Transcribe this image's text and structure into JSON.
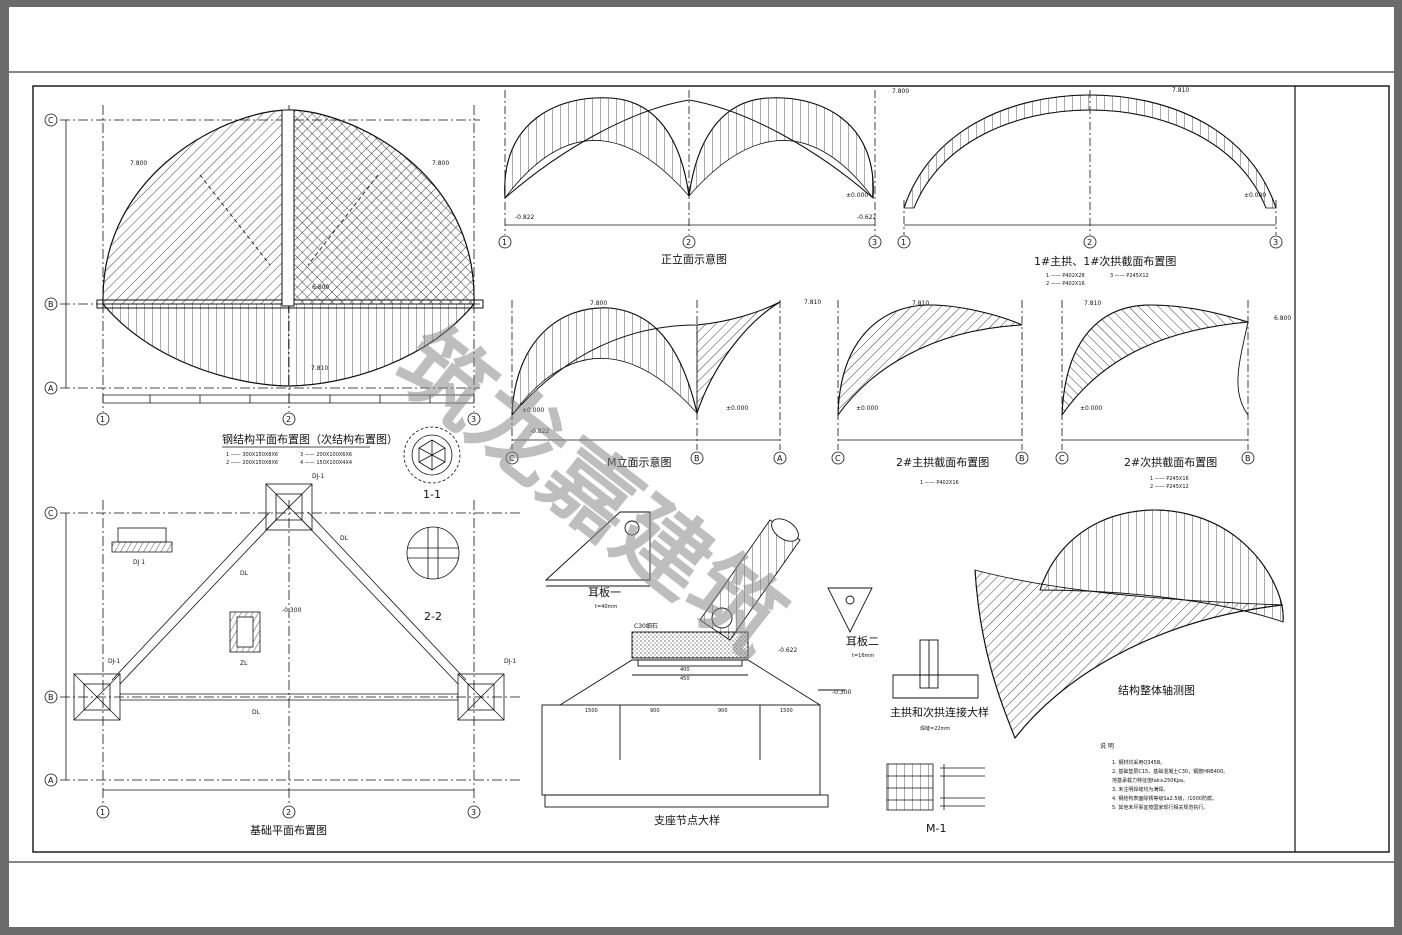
{
  "sheet": {
    "frame_color": "#6b6b6b",
    "line_color": "#111111"
  },
  "plan": {
    "title": "钢结构平面布置图（次结构布置图）",
    "axes_rows": [
      "C",
      "B",
      "A"
    ],
    "axes_cols": [
      "1",
      "2",
      "3"
    ],
    "elev_left": "7.800",
    "elev_right": "7.800",
    "elev_mid": "6.800",
    "elev_bottom": "7.810",
    "legend": [
      "1  —— 300X150X8X6",
      "2  —— 200X150X8X6",
      "3  —— 200X100X6X6",
      "4  —— 150X100X4X4"
    ]
  },
  "section11": {
    "title": "1-1"
  },
  "section22": {
    "title": "2-2"
  },
  "front_elev": {
    "title": "正立面示意图",
    "axes": [
      "1",
      "2",
      "3"
    ],
    "top_elev": "7.800",
    "right_elev": "±0.000",
    "left_elev": "-0.822",
    "right_low": "-0.622"
  },
  "arch_plan": {
    "title": "1#主拱、1#次拱截面布置图",
    "axes": [
      "1",
      "2",
      "3"
    ],
    "top_elev": "7.810",
    "right_elev": "±0.000",
    "legend": [
      "1 —— P402X28",
      "2 —— P402X16",
      "3 —— P245X12"
    ]
  },
  "m_elev": {
    "title": "M立面示意图",
    "axes": [
      "C",
      "B",
      "A"
    ],
    "top_elev": "7.800",
    "right_top": "7.810",
    "ground": "±0.000",
    "low": "-0.822"
  },
  "arch2_main": {
    "title": "2#主拱截面布置图",
    "axes": [
      "C",
      "B"
    ],
    "top_elev": "7.810",
    "ground": "±0.000",
    "legend": [
      "1 —— P402X16"
    ]
  },
  "arch2_sec": {
    "title": "2#次拱截面布置图",
    "axes": [
      "C",
      "B"
    ],
    "top_elev": "7.810",
    "right_elev": "6.800",
    "ground": "±0.000",
    "legend": [
      "1 —— P245X16",
      "2 —— P245X12"
    ]
  },
  "foundation": {
    "title": "基础平面布置图",
    "axes_rows": [
      "C",
      "B",
      "A"
    ],
    "axes_cols": [
      "1",
      "2",
      "3"
    ],
    "labels": {
      "dj1": "DJ-1",
      "dl": "DL",
      "zl": "ZL",
      "dj": "DJ 1",
      "elev": "-0.300"
    }
  },
  "plate1": {
    "title": "耳板一",
    "thick": "t=40mm"
  },
  "plate2": {
    "title": "耳板二",
    "thick": "t=16mm"
  },
  "support": {
    "title": "支座节点大样",
    "concrete": "C30细石",
    "elev": "-0.622",
    "elev2": "-0.300",
    "dims": [
      "400",
      "450",
      "1500",
      "900",
      "900",
      "1500"
    ]
  },
  "joint": {
    "title": "主拱和次拱连接大样",
    "weld": "焊缝=22mm"
  },
  "m1": {
    "title": "M-1"
  },
  "axo": {
    "title": "结构整体轴测图"
  },
  "notes": {
    "title": "说 明",
    "items": [
      "1. 钢材均采用Q345B。",
      "2. 基础垫层C15，基础混凝土C30，钢筋HRB400。",
      "   地基承载力特征值fak≥250Kpa。",
      "3. 未注明焊缝均为满焊。",
      "4. 钢结构表面除锈等级Sa2.5级，/1000防腐。",
      "5. 其他未尽事宜按国家现行相关规范执行。"
    ]
  },
  "watermark": "筑龙嘉建筑"
}
